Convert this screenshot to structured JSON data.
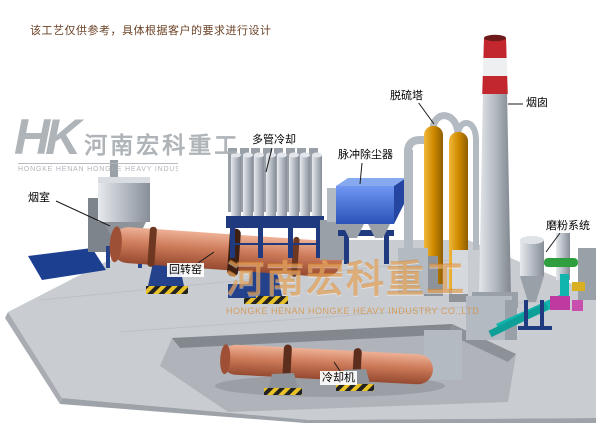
{
  "meta": {
    "disclaimer": "该工艺仅供参考，具体根据客户的要求进行设计"
  },
  "logo": {
    "monogram": "HK",
    "name_cn": "河南宏科重工",
    "name_en": "HONGKE HENAN HONGKE HEAVY INDUSTRY CO.,LTD"
  },
  "watermark": {
    "line_cn": "河南宏科重工",
    "line_en": "HONGKE HENAN HONGKE HEAVY INDUSTRY CO.,LTD"
  },
  "labels": {
    "smoke_chamber": "烟室",
    "multi_tube_cooler": "多管冷却",
    "pulse_dust_collector": "脉冲除尘器",
    "desulfurization_tower": "脱硫塔",
    "chimney": "烟囱",
    "grinding_system": "磨粉系统",
    "rotary_kiln": "回转窑",
    "cooling_machine": "冷却机"
  },
  "colors": {
    "kiln_body": "#cd7b5a",
    "dust_collector_blue": "#3a62c8",
    "desulfurization_amber": "#cf8a00",
    "chimney_band_red": "#c1272d",
    "support_navy": "#203a80",
    "hazard_yellow": "#e8c227",
    "platform_gray": "#c9cdd2",
    "watermark_orange": "#db8321",
    "logo_gray": "#a9aeb4",
    "disclaimer_text": "#6b4226"
  }
}
